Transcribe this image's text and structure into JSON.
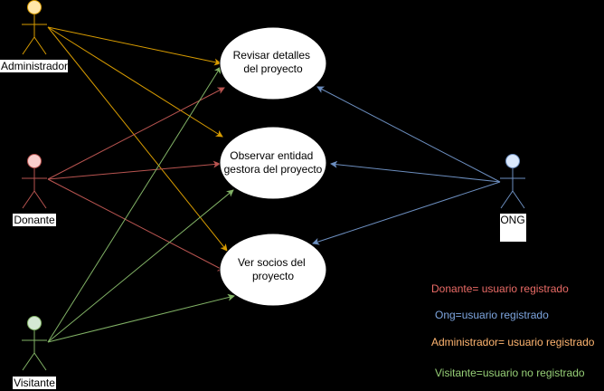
{
  "actors": [
    {
      "id": "admin",
      "label": "Administrador",
      "color": "#FFE6A8"
    },
    {
      "id": "donante",
      "label": "Donante",
      "color": "#F8CECC"
    },
    {
      "id": "visitante",
      "label": "Visitante",
      "color": "#D5E8D4"
    },
    {
      "id": "ong",
      "label": "ONG",
      "color": "#DAE8FC"
    }
  ],
  "use_cases": [
    {
      "id": "uc1",
      "lines": [
        "Revisar detalles",
        "del proyecto"
      ]
    },
    {
      "id": "uc2",
      "lines": [
        "Observar entidad",
        "gestora del proyecto"
      ]
    },
    {
      "id": "uc3",
      "lines": [
        "Ver socios del",
        "proyecto"
      ]
    }
  ],
  "legend": [
    {
      "text": "Donante= usuario registrado",
      "color": "#EA6B66"
    },
    {
      "text": "Ong=usuario registrado",
      "color": "#7EA6E0"
    },
    {
      "text": "Administrador= usuario registrado",
      "color": "#FFB570"
    },
    {
      "text": "Visitante=usuario no registrado",
      "color": "#97D077"
    }
  ],
  "edge_colors": {
    "admin": "#D79B00",
    "donante": "#B85450",
    "visitante": "#82B366",
    "ong": "#6C8EBF"
  }
}
